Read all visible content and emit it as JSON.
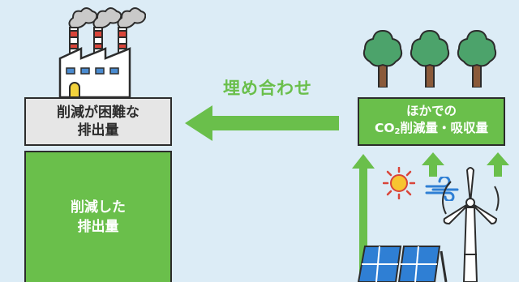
{
  "colors": {
    "background": "#dcecf6",
    "accent_green": "#6abf4b",
    "outline": "#2c2c2c",
    "gray_box": "#e6e6e6"
  },
  "offset_label": "埋め合わせ",
  "hard_to_reduce": {
    "line1": "削減が困難な",
    "line2": "排出量"
  },
  "reduced": {
    "line1": "削減した",
    "line2": "排出量"
  },
  "other_reductions": {
    "line1": "ほかでの",
    "line2_prefix": "CO",
    "line2_sub": "2",
    "line2_suffix": "削減量・吸収量"
  },
  "icons": [
    "factory-icon",
    "tree-icon",
    "sun-icon",
    "wind-icon",
    "wind-turbine-icon",
    "solar-panel-icon"
  ]
}
